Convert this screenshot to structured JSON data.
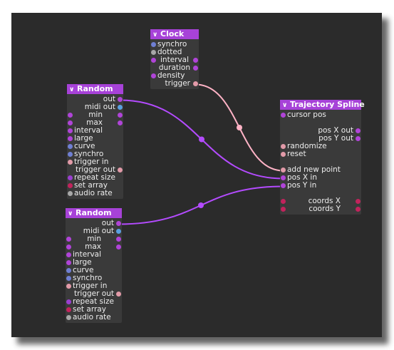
{
  "colors": {
    "purple": "#b044d8",
    "violet": "#9a3fd0",
    "blue": "#6f7fd3",
    "grey": "#a8a8a8",
    "pink": "#e29aa8",
    "red": "#c2235c",
    "lightblue": "#5aa0e0",
    "wire_purple": "#b44bff",
    "wire_pink": "#ffb3c6"
  },
  "nodes": {
    "clock": {
      "title": "Clock",
      "rows": [
        {
          "label": "synchro",
          "in": "blue"
        },
        {
          "label": "dotted",
          "in": "grey"
        },
        {
          "label": "interval",
          "in": "purple",
          "out": "purple"
        },
        {
          "label": "duration",
          "out": "purple"
        },
        {
          "label": "density",
          "in": "purple"
        },
        {
          "label": "trigger",
          "out": "pink"
        }
      ]
    },
    "random1": {
      "title": "Random",
      "rows": [
        {
          "label": "out",
          "out": "purple"
        },
        {
          "label": "midi out",
          "out": "lightblue"
        },
        {
          "label": "min",
          "in": "purple",
          "out": "purple"
        },
        {
          "label": "max",
          "in": "purple",
          "out": "purple"
        },
        {
          "label": "interval",
          "in": "purple"
        },
        {
          "label": "large",
          "in": "purple"
        },
        {
          "label": "curve",
          "in": "blue"
        },
        {
          "label": "synchro",
          "in": "blue"
        },
        {
          "label": "trigger in",
          "in": "pink"
        },
        {
          "label": "trigger out",
          "out": "pink"
        },
        {
          "label": "repeat size",
          "in": "violet"
        },
        {
          "label": "set array",
          "in": "red"
        },
        {
          "label": "audio rate",
          "in": "grey"
        }
      ]
    },
    "random2": {
      "title": "Random",
      "rows": [
        {
          "label": "out",
          "out": "purple"
        },
        {
          "label": "midi out",
          "out": "lightblue"
        },
        {
          "label": "min",
          "in": "purple",
          "out": "purple"
        },
        {
          "label": "max",
          "in": "purple",
          "out": "purple"
        },
        {
          "label": "interval",
          "in": "purple"
        },
        {
          "label": "large",
          "in": "purple"
        },
        {
          "label": "curve",
          "in": "blue"
        },
        {
          "label": "synchro",
          "in": "blue"
        },
        {
          "label": "trigger in",
          "in": "pink"
        },
        {
          "label": "trigger out",
          "out": "pink"
        },
        {
          "label": "repeat size",
          "in": "violet"
        },
        {
          "label": "set array",
          "in": "red"
        },
        {
          "label": "audio rate",
          "in": "grey"
        }
      ]
    },
    "spline": {
      "title": "Trajectory Spline",
      "rows": [
        {
          "label": "cursor pos",
          "in": "purple"
        },
        {
          "label": "",
          "spacer": true
        },
        {
          "label": "pos X out",
          "out": "purple"
        },
        {
          "label": "pos Y out",
          "out": "purple"
        },
        {
          "label": "randomize",
          "in": "pink"
        },
        {
          "label": "reset",
          "in": "pink"
        },
        {
          "label": "",
          "spacer": true
        },
        {
          "label": "add new point",
          "in": "pink"
        },
        {
          "label": "pos X in",
          "in": "purple"
        },
        {
          "label": "pos Y in",
          "in": "purple"
        },
        {
          "label": "",
          "spacer": true
        },
        {
          "label": "coords X",
          "in": "red",
          "out": "red"
        },
        {
          "label": "coords Y",
          "in": "red",
          "out": "red"
        }
      ]
    }
  },
  "connections": [
    {
      "from": "random1.out",
      "to": "spline.pos X in",
      "color": "wire_purple"
    },
    {
      "from": "random2.out",
      "to": "spline.pos Y in",
      "color": "wire_purple"
    },
    {
      "from": "clock.trigger",
      "to": "spline.add new point",
      "color": "wire_pink"
    }
  ]
}
